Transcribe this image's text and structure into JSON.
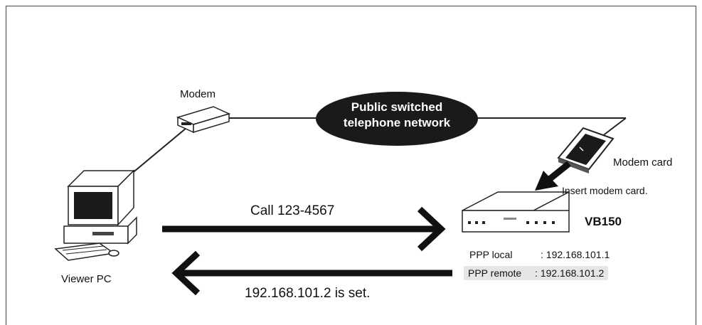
{
  "labels": {
    "modem": "Modem",
    "network_line1": "Public switched",
    "network_line2": "telephone network",
    "modem_card": "Modem card",
    "insert_card": "Insert modem card.",
    "device": "VB150",
    "viewer": "Viewer PC",
    "call": "Call 123-4567",
    "set": "192.168.101.2 is set."
  },
  "ppp": {
    "local_key": "PPP local",
    "local_value": ": 192.168.101.1",
    "remote_key": "PPP remote",
    "remote_value": ": 192.168.101.2"
  },
  "colors": {
    "line": "#222222",
    "cloud": "#1a1a1a",
    "highlight": "#e6e6e6"
  }
}
